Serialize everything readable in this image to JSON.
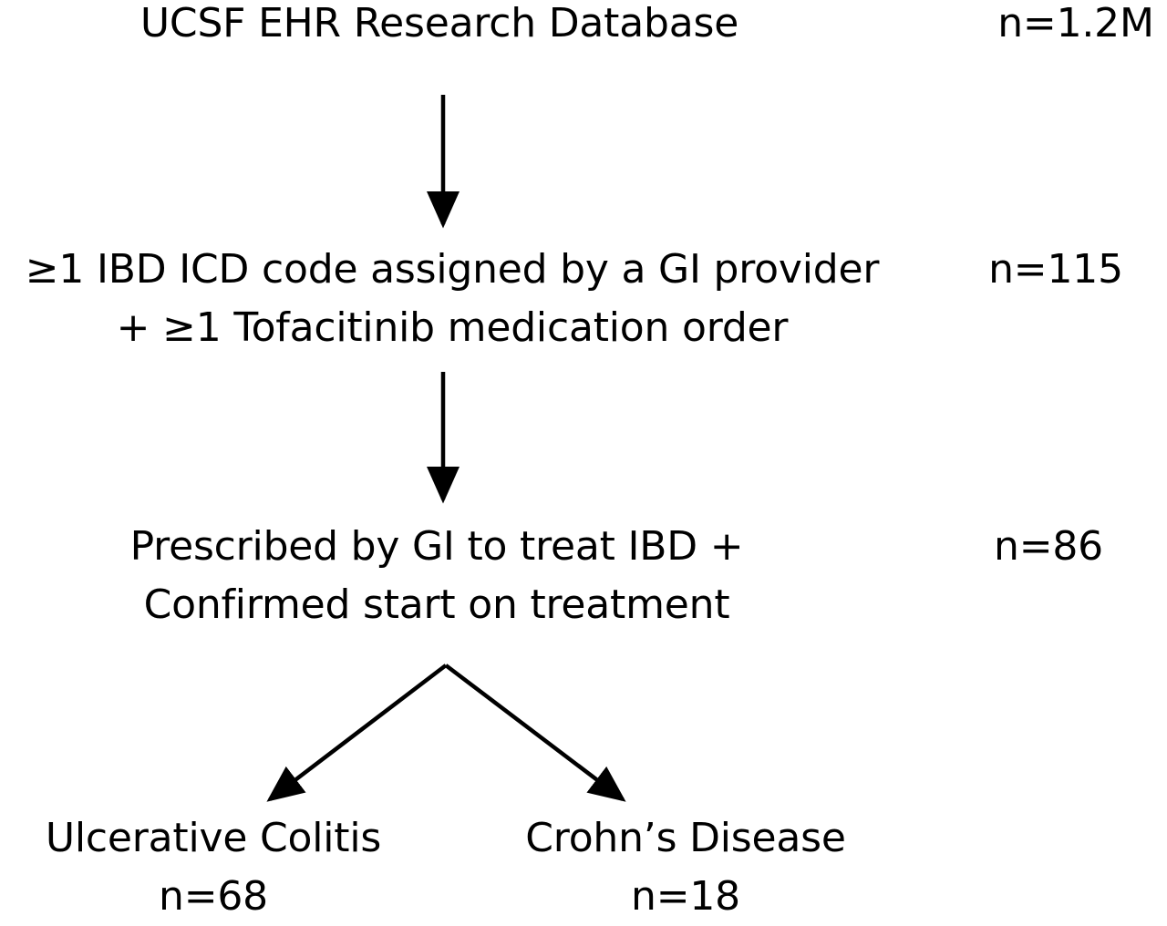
{
  "flowchart": {
    "step1": {
      "label": "UCSF EHR Research Database",
      "count": "n=1.2M"
    },
    "step2": {
      "line1": "≥1 IBD ICD code assigned by a GI provider",
      "line2": "+ ≥1 Tofacitinib medication order",
      "count": "n=115"
    },
    "step3": {
      "line1": "Prescribed by GI to treat IBD +",
      "line2": "Confirmed start on treatment",
      "count": "n=86"
    },
    "branches": [
      {
        "label": "Ulcerative Colitis",
        "count": "n=68"
      },
      {
        "label": "Crohn’s Disease",
        "count": "n=18"
      }
    ],
    "colors": {
      "text": "#000000",
      "arrow": "#000000",
      "background": "#ffffff"
    }
  }
}
